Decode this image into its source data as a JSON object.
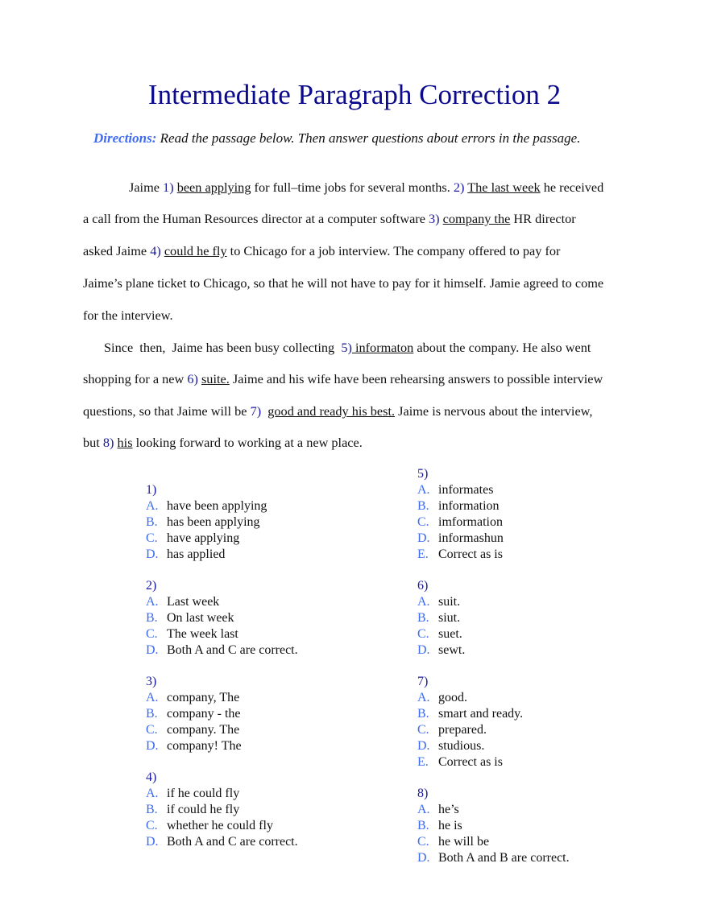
{
  "title": "Intermediate Paragraph Correction 2",
  "directions": {
    "label": "Directions:",
    "text": "Read the passage below. Then answer questions about errors in the passage."
  },
  "passage": [
    [
      {
        "t": "Jaime "
      },
      {
        "t": "1)",
        "s": "n"
      },
      {
        "t": " "
      },
      {
        "t": "been applying",
        "s": "u"
      },
      {
        "t": " for full–time jobs for several months. "
      },
      {
        "t": "2)",
        "s": "n"
      },
      {
        "t": " "
      },
      {
        "t": "The last week",
        "s": "u"
      },
      {
        "t": " he received"
      }
    ],
    [
      {
        "t": "a call from the Human Resources director at a computer software "
      },
      {
        "t": "3)",
        "s": "n"
      },
      {
        "t": " "
      },
      {
        "t": "company the",
        "s": "u"
      },
      {
        "t": " HR director"
      }
    ],
    [
      {
        "t": "asked Jaime "
      },
      {
        "t": "4)",
        "s": "n"
      },
      {
        "t": " "
      },
      {
        "t": "could he fly",
        "s": "u"
      },
      {
        "t": " to Chicago for a job interview. The company offered to pay for"
      }
    ],
    [
      {
        "t": "Jaime’s plane ticket to Chicago, so that he will not have to pay for it himself. Jamie agreed to come"
      }
    ],
    [
      {
        "t": "for the interview."
      }
    ],
    [
      {
        "t": "Since  then,  Jaime has been busy collecting  "
      },
      {
        "t": "5)",
        "s": "n"
      },
      {
        "t": " informaton",
        "s": "u"
      },
      {
        "t": " about the company. He also went"
      }
    ],
    [
      {
        "t": "shopping for a new "
      },
      {
        "t": "6)",
        "s": "n"
      },
      {
        "t": " "
      },
      {
        "t": "suite.",
        "s": "u"
      },
      {
        "t": " Jaime and his wife have been rehearsing answers to possible interview"
      }
    ],
    [
      {
        "t": "questions, so that Jaime will be "
      },
      {
        "t": "7)",
        "s": "n"
      },
      {
        "t": "  "
      },
      {
        "t": "good and ready his best.",
        "s": "u"
      },
      {
        "t": " Jaime is nervous about the interview,"
      }
    ],
    [
      {
        "t": "but "
      },
      {
        "t": "8)",
        "s": "n"
      },
      {
        "t": " "
      },
      {
        "t": "his",
        "s": "u"
      },
      {
        "t": " looking forward to working at a new place."
      }
    ]
  ],
  "questions": [
    {
      "number": "1)",
      "options": [
        {
          "letter": "A.",
          "text": "have been applying"
        },
        {
          "letter": "B.",
          "text": "has been applying"
        },
        {
          "letter": "C.",
          "text": "have applying"
        },
        {
          "letter": "D.",
          "text": "has applied"
        }
      ]
    },
    {
      "number": "2)",
      "options": [
        {
          "letter": "A.",
          "text": "Last week"
        },
        {
          "letter": "B.",
          "text": "On last week"
        },
        {
          "letter": "C.",
          "text": "The week last"
        },
        {
          "letter": "D.",
          "text": "Both A and C are correct."
        }
      ]
    },
    {
      "number": "3)",
      "options": [
        {
          "letter": "A.",
          "text": "company, The"
        },
        {
          "letter": "B.",
          "text": "company - the"
        },
        {
          "letter": "C.",
          "text": "company. The"
        },
        {
          "letter": "D.",
          "text": "company! The"
        }
      ]
    },
    {
      "number": "4)",
      "options": [
        {
          "letter": "A.",
          "text": "if he could fly"
        },
        {
          "letter": "B.",
          "text": "if could he fly"
        },
        {
          "letter": "C.",
          "text": "whether he could fly"
        },
        {
          "letter": "D.",
          "text": "Both A and C are correct."
        }
      ]
    },
    {
      "number": "5)",
      "options": [
        {
          "letter": "A.",
          "text": "informates"
        },
        {
          "letter": "B.",
          "text": "information"
        },
        {
          "letter": "C.",
          "text": "imformation"
        },
        {
          "letter": "D.",
          "text": "informashun"
        },
        {
          "letter": "E.",
          "text": "Correct as is"
        }
      ]
    },
    {
      "number": "6)",
      "options": [
        {
          "letter": "A.",
          "text": "suit."
        },
        {
          "letter": "B.",
          "text": "siut."
        },
        {
          "letter": "C.",
          "text": "suet."
        },
        {
          "letter": "D.",
          "text": "sewt."
        }
      ]
    },
    {
      "number": "7)",
      "options": [
        {
          "letter": "A.",
          "text": "good."
        },
        {
          "letter": "B.",
          "text": "smart and ready."
        },
        {
          "letter": "C.",
          "text": "prepared."
        },
        {
          "letter": "D.",
          "text": "studious."
        },
        {
          "letter": "E.",
          "text": "Correct as is"
        }
      ]
    },
    {
      "number": "8)",
      "options": [
        {
          "letter": "A.",
          "text": "he’s"
        },
        {
          "letter": "B.",
          "text": "he is"
        },
        {
          "letter": "C.",
          "text": "he will be"
        },
        {
          "letter": "D.",
          "text": "Both A and B are correct."
        }
      ]
    }
  ]
}
